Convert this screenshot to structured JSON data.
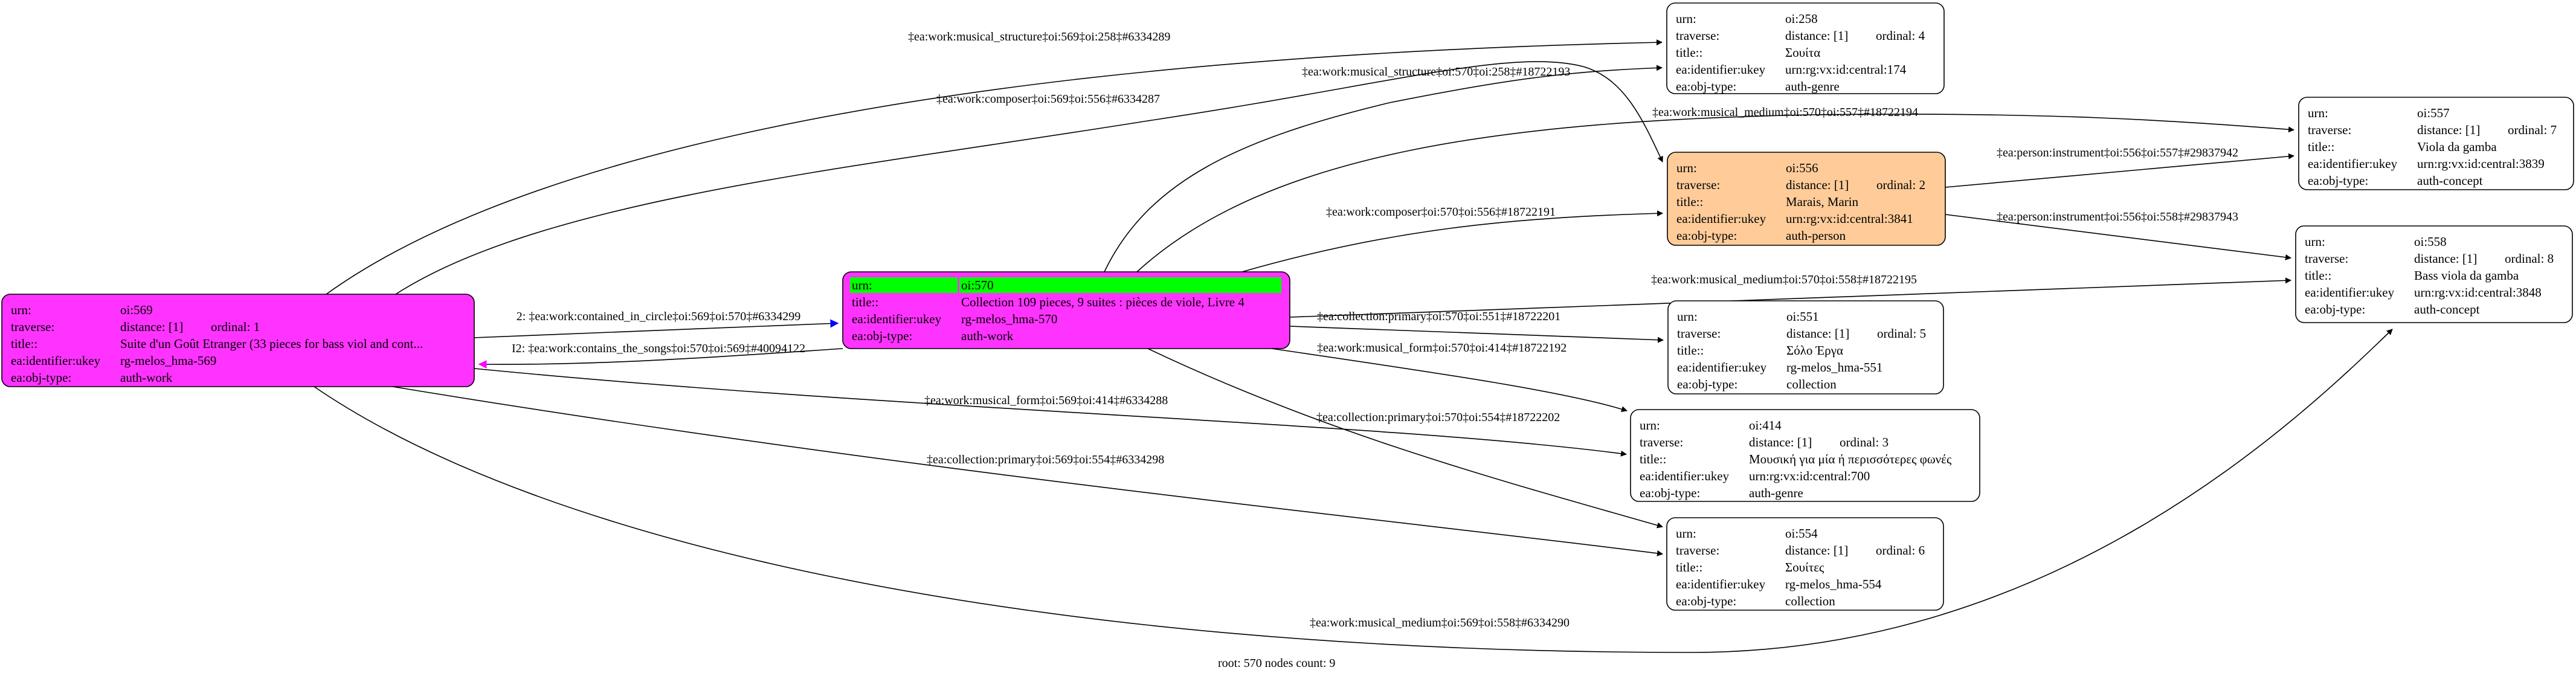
{
  "colors": {
    "work_fill": "#ff33ff",
    "person_fill": "#ffcc99",
    "root_highlight": "#00ff00",
    "default_fill": "#ffffff",
    "forward_edge": "#0000ff",
    "inverse_edge": "#ff00ff"
  },
  "nodes": [
    {
      "id": "569",
      "rows": [
        [
          "urn:",
          "oi:569"
        ],
        [
          "traverse:",
          "distance: [1]",
          "ordinal: 1"
        ],
        [
          "title::",
          "Suite d'un Goût Etranger (33 pieces for bass viol and cont..."
        ],
        [
          "ea:identifier:ukey",
          "rg-melos_hma-569"
        ],
        [
          "ea:obj-type:",
          "auth-work"
        ]
      ]
    },
    {
      "id": "570",
      "rows": [
        [
          "urn:",
          "oi:570"
        ],
        [
          "title::",
          "Collection 109 pieces, 9 suites : pièces de viole, Livre 4"
        ],
        [
          "ea:identifier:ukey",
          "rg-melos_hma-570"
        ],
        [
          "ea:obj-type:",
          "auth-work"
        ]
      ]
    },
    {
      "id": "258",
      "rows": [
        [
          "urn:",
          "oi:258"
        ],
        [
          "traverse:",
          "distance: [1]",
          "ordinal: 4"
        ],
        [
          "title::",
          "Σουίτα"
        ],
        [
          "ea:identifier:ukey",
          "urn:rg:vx:id:central:174"
        ],
        [
          "ea:obj-type:",
          "auth-genre"
        ]
      ]
    },
    {
      "id": "556",
      "rows": [
        [
          "urn:",
          "oi:556"
        ],
        [
          "traverse:",
          "distance: [1]",
          "ordinal: 2"
        ],
        [
          "title::",
          "Marais, Marin"
        ],
        [
          "ea:identifier:ukey",
          "urn:rg:vx:id:central:3841"
        ],
        [
          "ea:obj-type:",
          "auth-person"
        ]
      ]
    },
    {
      "id": "557",
      "rows": [
        [
          "urn:",
          "oi:557"
        ],
        [
          "traverse:",
          "distance: [1]",
          "ordinal: 7"
        ],
        [
          "title::",
          "Viola da gamba"
        ],
        [
          "ea:identifier:ukey",
          "urn:rg:vx:id:central:3839"
        ],
        [
          "ea:obj-type:",
          "auth-concept"
        ]
      ]
    },
    {
      "id": "558",
      "rows": [
        [
          "urn:",
          "oi:558"
        ],
        [
          "traverse:",
          "distance: [1]",
          "ordinal: 8"
        ],
        [
          "title::",
          "Bass viola da gamba"
        ],
        [
          "ea:identifier:ukey",
          "urn:rg:vx:id:central:3848"
        ],
        [
          "ea:obj-type:",
          "auth-concept"
        ]
      ]
    },
    {
      "id": "551",
      "rows": [
        [
          "urn:",
          "oi:551"
        ],
        [
          "traverse:",
          "distance: [1]",
          "ordinal: 5"
        ],
        [
          "title::",
          "Σόλο Έργα"
        ],
        [
          "ea:identifier:ukey",
          "rg-melos_hma-551"
        ],
        [
          "ea:obj-type:",
          "collection"
        ]
      ]
    },
    {
      "id": "414",
      "rows": [
        [
          "urn:",
          "oi:414"
        ],
        [
          "traverse:",
          "distance: [1]",
          "ordinal: 3"
        ],
        [
          "title::",
          "Μουσική για μία ή περισσότερες φωνές"
        ],
        [
          "ea:identifier:ukey",
          "urn:rg:vx:id:central:700"
        ],
        [
          "ea:obj-type:",
          "auth-genre"
        ]
      ]
    },
    {
      "id": "554",
      "rows": [
        [
          "urn:",
          "oi:554"
        ],
        [
          "traverse:",
          "distance: [1]",
          "ordinal: 6"
        ],
        [
          "title::",
          "Σουίτες"
        ],
        [
          "ea:identifier:ukey",
          "rg-melos_hma-554"
        ],
        [
          "ea:obj-type:",
          "collection"
        ]
      ]
    }
  ],
  "edges": [
    {
      "id": "e569-258",
      "label": "‡ea:work:musical_structure‡oi:569‡oi:258‡#6334289"
    },
    {
      "id": "e569-556",
      "label": "‡ea:work:composer‡oi:569‡oi:556‡#6334287"
    },
    {
      "id": "e570-258",
      "label": "‡ea:work:musical_structure‡oi:570‡oi:258‡#18722193"
    },
    {
      "id": "e570-557",
      "label": "‡ea:work:musical_medium‡oi:570‡oi:557‡#18722194"
    },
    {
      "id": "e556-557",
      "label": "‡ea:person:instrument‡oi:556‡oi:557‡#29837942"
    },
    {
      "id": "e556-558",
      "label": "‡ea:person:instrument‡oi:556‡oi:558‡#29837943"
    },
    {
      "id": "e570-556",
      "label": "‡ea:work:composer‡oi:570‡oi:556‡#18722191"
    },
    {
      "id": "e570-558",
      "label": "‡ea:work:musical_medium‡oi:570‡oi:558‡#18722195"
    },
    {
      "id": "e570-551",
      "label": "‡ea:collection:primary‡oi:570‡oi:551‡#18722201"
    },
    {
      "id": "e570-414",
      "label": "‡ea:work:musical_form‡oi:570‡oi:414‡#18722192"
    },
    {
      "id": "e569-570",
      "label": "2: ‡ea:work:contained_in_circle‡oi:569‡oi:570‡#6334299"
    },
    {
      "id": "e570-569",
      "label": "I2: ‡ea:work:contains_the_songs‡oi:570‡oi:569‡#40094122"
    },
    {
      "id": "e569-414",
      "label": "‡ea:work:musical_form‡oi:569‡oi:414‡#6334288"
    },
    {
      "id": "e570-554",
      "label": "‡ea:collection:primary‡oi:570‡oi:554‡#18722202"
    },
    {
      "id": "e569-554",
      "label": "‡ea:collection:primary‡oi:569‡oi:554‡#6334298"
    },
    {
      "id": "e569-558",
      "label": "‡ea:work:musical_medium‡oi:569‡oi:558‡#6334290"
    }
  ],
  "footer": "root: 570 nodes count: 9"
}
